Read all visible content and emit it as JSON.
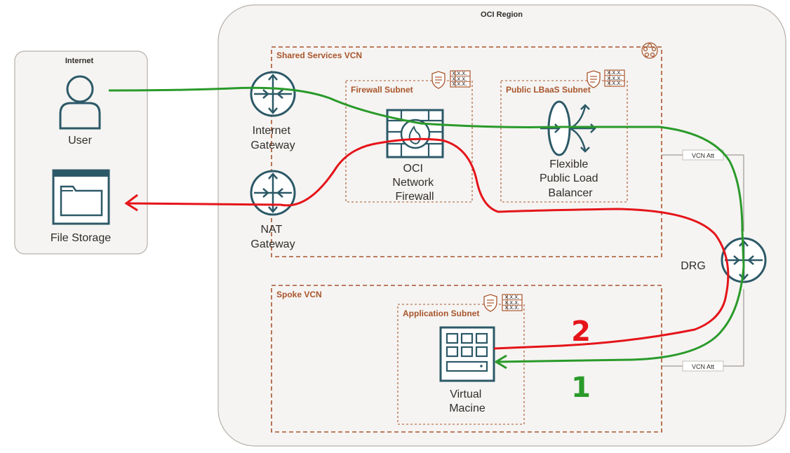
{
  "region": {
    "title": "OCI Region"
  },
  "internet": {
    "title": "Internet",
    "user_label": "User",
    "storage_label": "File Storage"
  },
  "shared_vcn": {
    "title": "Shared Services VCN"
  },
  "spoke_vcn": {
    "title": "Spoke VCN"
  },
  "firewall_subnet": {
    "title": "Firewall Subnet",
    "component": [
      "OCI",
      "Network",
      "Firewall"
    ]
  },
  "lbaas_subnet": {
    "title": "Public LBaaS Subnet",
    "component": [
      "Flexible",
      "Public Load",
      "Balancer"
    ]
  },
  "app_subnet": {
    "title": "Application Subnet",
    "component": [
      "Virtual",
      "Macine"
    ]
  },
  "internet_gateway": {
    "label": [
      "Internet",
      "Gateway"
    ]
  },
  "nat_gateway": {
    "label": [
      "NAT",
      "Gateway"
    ]
  },
  "drg": {
    "label": "DRG"
  },
  "attachments": {
    "top": "VCN Att",
    "bottom": "VCN Att"
  },
  "route_table_cells": [
    "x.x.x.",
    "x.x.x.",
    "x.x.x."
  ],
  "annotations": {
    "path_1": "1",
    "path_2": "2"
  },
  "colors": {
    "green_path": "#2a9a2a",
    "red_path": "#e5141a",
    "oci_teal": "#2c5967",
    "vcn_border": "#a9552c",
    "region_bg": "#f5f4f2"
  },
  "icons": [
    "user-icon",
    "folder-icon",
    "router-icon",
    "firewall-icon",
    "load-balancer-icon",
    "vm-icon",
    "security-list-icon",
    "route-table-icon",
    "vcn-icon"
  ]
}
